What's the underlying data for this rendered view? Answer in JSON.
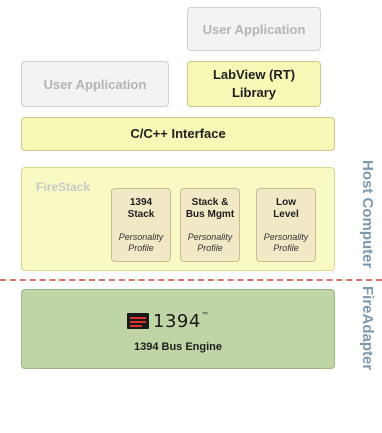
{
  "top_user_app": "User Application",
  "left_user_app": "User Application",
  "labview": "LabView (RT)\nLibrary",
  "cpp_interface": "C/C++ Interface",
  "firestack": {
    "title": "FireStack",
    "modules": [
      {
        "title": "1394\nStack",
        "subtitle": "Personality\nProfile"
      },
      {
        "title": "Stack &\nBus Mgmt",
        "subtitle": "Personality\nProfile"
      },
      {
        "title": "Low\nLevel",
        "subtitle": "Personality\nProfile"
      }
    ]
  },
  "engine": {
    "logo_text": "1394",
    "logo_tm": "™",
    "label": "1394 Bus Engine"
  },
  "side_labels": {
    "host": "Host Computer",
    "adapter": "FireAdapter"
  },
  "colors": {
    "yellow": "#f7f7b6",
    "module": "#f1e9c6",
    "green": "#bfd5a5",
    "dash": "#d9746c",
    "side_text": "#7e98ad"
  }
}
